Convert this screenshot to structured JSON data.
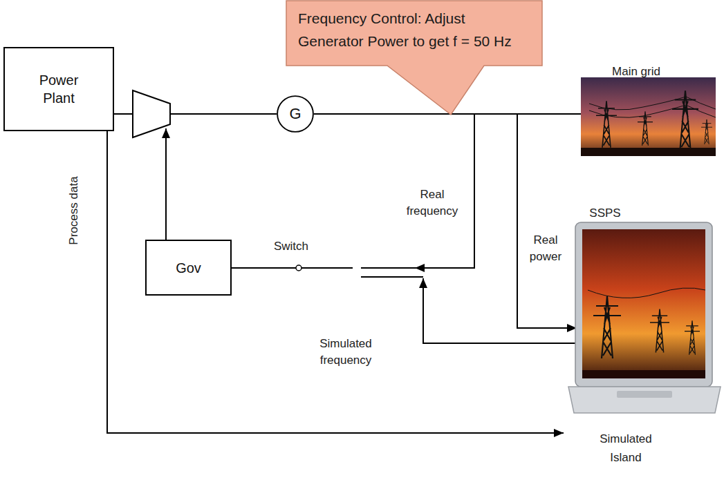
{
  "diagram": {
    "nodes": [
      {
        "text": [
          "Frequency Control: Adjust Generator Power to get f = 50 Hz"
        ]
      },
      {
        "text": [
          "Power Plant"
        ]
      },
      {
        "text": [
          "G"
        ]
      },
      {
        "text": [
          "Main grid"
        ]
      },
      {
        "text": [
          "Gov"
        ]
      },
      {
        "text": [
          "SSPS",
          "Simulated Island"
        ]
      }
    ],
    "edges": [
      {
        "from": 1,
        "to": 2,
        "arrow": "none"
      },
      {
        "from": 2,
        "to": 3,
        "arrow": "none"
      },
      {
        "from": 1,
        "to": 5,
        "arrow": "to"
      }
    ],
    "labels": [
      "Real frequency",
      "Switch",
      "Real power",
      "Simulated frequency",
      "Process data"
    ]
  }
}
